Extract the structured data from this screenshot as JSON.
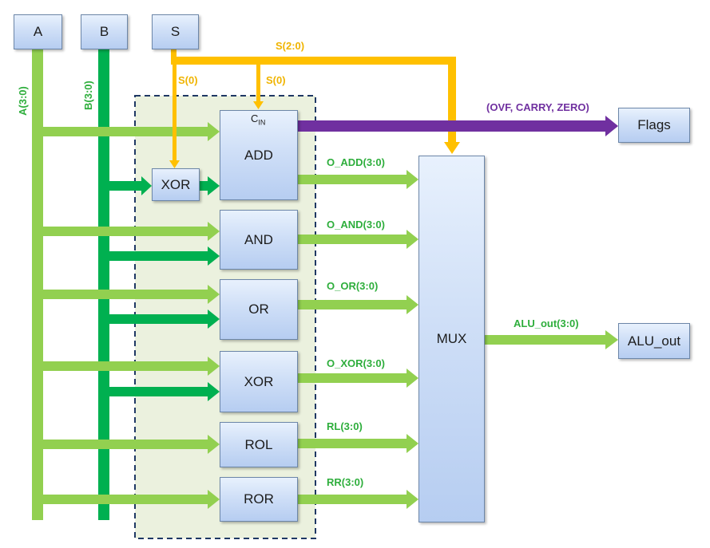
{
  "inputs": {
    "a": "A",
    "b": "B",
    "s": "S"
  },
  "units": {
    "add": "ADD",
    "and": "AND",
    "or": "OR",
    "xor": "XOR",
    "rol": "ROL",
    "ror": "ROR",
    "b_xor": "XOR",
    "mux": "MUX"
  },
  "outputs": {
    "flags": "Flags",
    "alu_out": "ALU_out"
  },
  "carry_in": {
    "main": "C",
    "sub": "IN"
  },
  "signals": {
    "a_bus": "A(3:0)",
    "b_bus": "B(3:0)",
    "s_bus": "S(2:0)",
    "s0_xor": "S(0)",
    "s0_cin": "S(0)",
    "flags": "(OVF, CARRY, ZERO)",
    "o_add": "O_ADD(3:0)",
    "o_and": "O_AND(3:0)",
    "o_or": "O_OR(3:0)",
    "o_xor": "O_XOR(3:0)",
    "rl": "RL(3:0)",
    "rr": "RR(3:0)",
    "alu_out": "ALU_out(3:0)"
  },
  "colors": {
    "a_wire": "#92d050",
    "b_wire": "#00b050",
    "select_wire": "#ffc000",
    "flags_wire": "#7030a0",
    "output_wire": "#92d050",
    "group_fill": "#ebf1de",
    "group_border": "#1f3864"
  }
}
